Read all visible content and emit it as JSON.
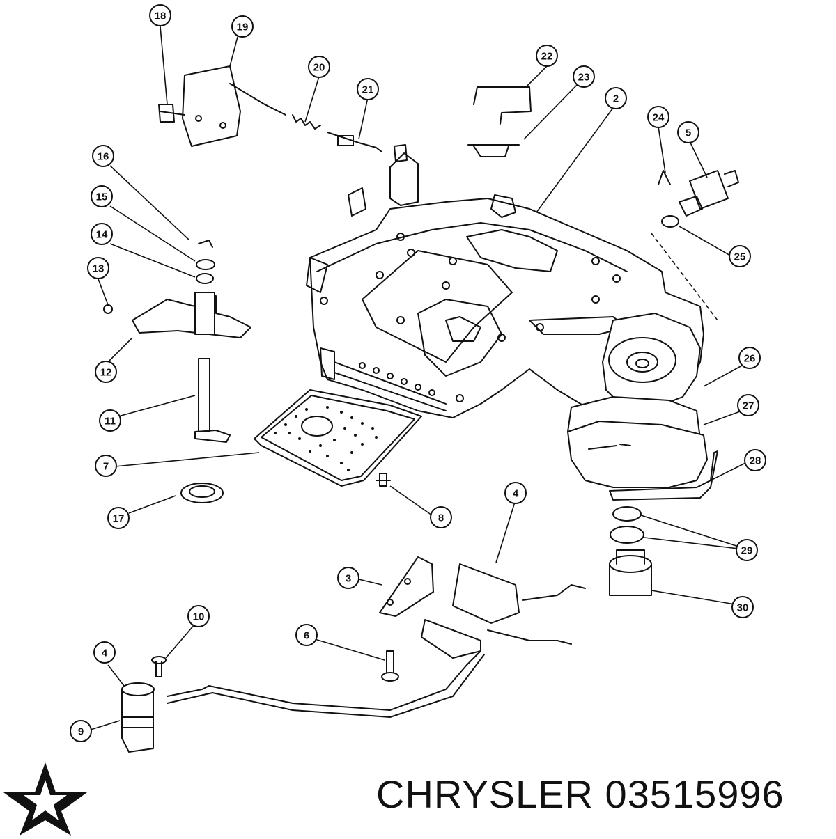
{
  "caption": {
    "brand": "CHRYSLER",
    "part_number": "03515996"
  },
  "logo": {
    "icon": "chrysler-pentastar-icon",
    "color": "#111111"
  },
  "callouts": [
    {
      "id": "18",
      "label": "18"
    },
    {
      "id": "19",
      "label": "19"
    },
    {
      "id": "20",
      "label": "20"
    },
    {
      "id": "21",
      "label": "21"
    },
    {
      "id": "22",
      "label": "22"
    },
    {
      "id": "23",
      "label": "23"
    },
    {
      "id": "2",
      "label": "2"
    },
    {
      "id": "24",
      "label": "24"
    },
    {
      "id": "5",
      "label": "5"
    },
    {
      "id": "16",
      "label": "16"
    },
    {
      "id": "15",
      "label": "15"
    },
    {
      "id": "14",
      "label": "14"
    },
    {
      "id": "13",
      "label": "13"
    },
    {
      "id": "25",
      "label": "25"
    },
    {
      "id": "12",
      "label": "12"
    },
    {
      "id": "26",
      "label": "26"
    },
    {
      "id": "27",
      "label": "27"
    },
    {
      "id": "11",
      "label": "11"
    },
    {
      "id": "7",
      "label": "7"
    },
    {
      "id": "28",
      "label": "28"
    },
    {
      "id": "4a",
      "label": "4"
    },
    {
      "id": "17",
      "label": "17"
    },
    {
      "id": "8",
      "label": "8"
    },
    {
      "id": "29",
      "label": "29"
    },
    {
      "id": "3",
      "label": "3"
    },
    {
      "id": "30",
      "label": "30"
    },
    {
      "id": "10",
      "label": "10"
    },
    {
      "id": "6",
      "label": "6"
    },
    {
      "id": "4b",
      "label": "4"
    },
    {
      "id": "9",
      "label": "9"
    }
  ]
}
